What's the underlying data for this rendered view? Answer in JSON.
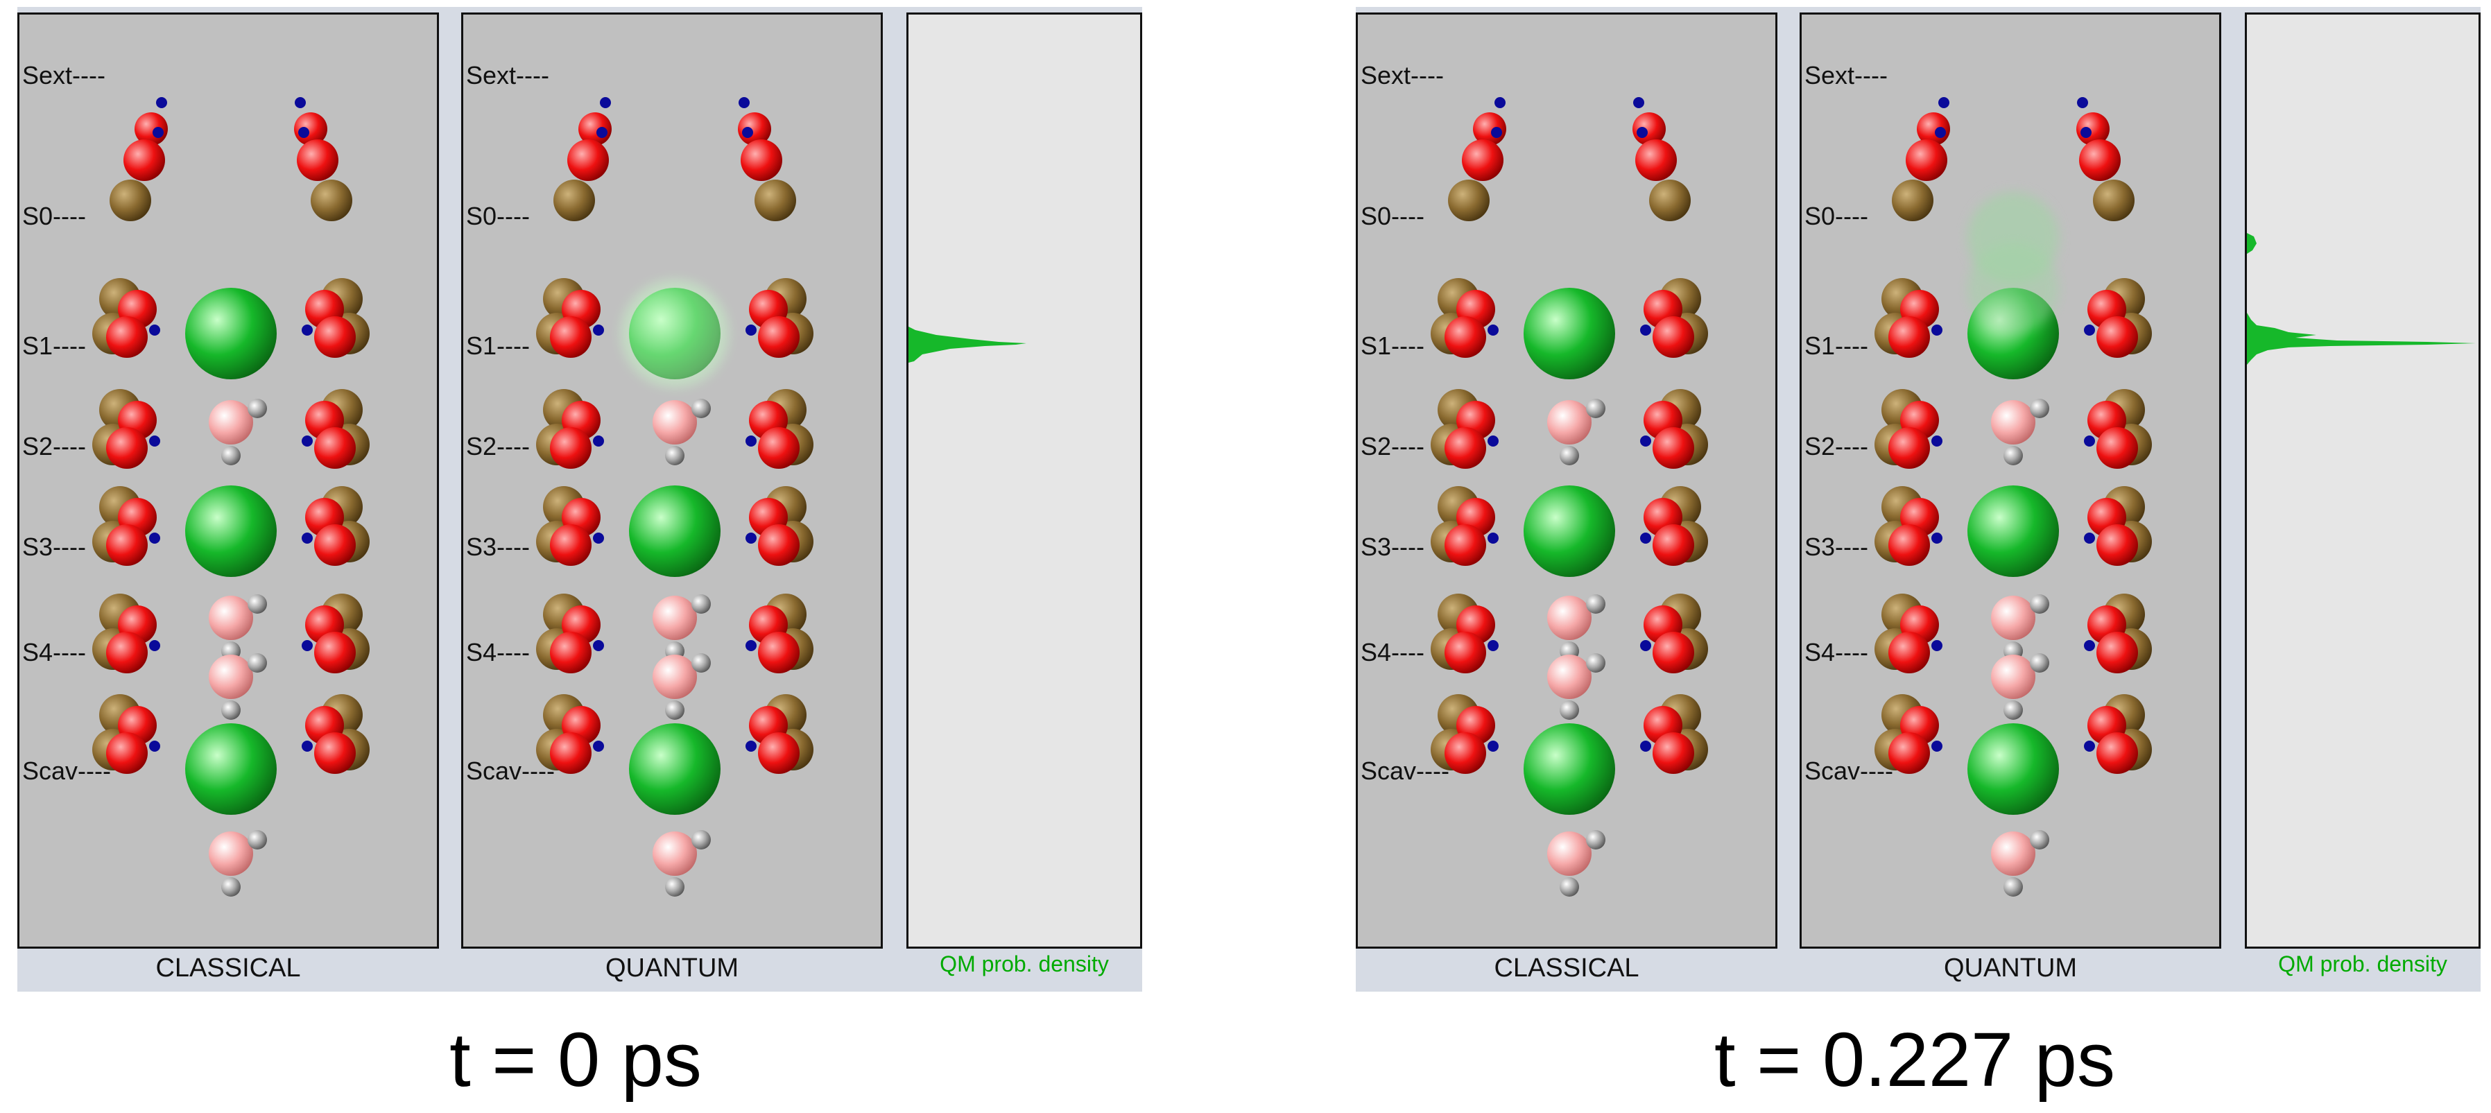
{
  "snapshots": [
    {
      "id": "t0",
      "time_label": "t = 0 ps",
      "classical_caption": "CLASSICAL",
      "quantum_caption": "QUANTUM",
      "density_caption": "QM prob. density",
      "site_labels": [
        "Sext----",
        "S0----",
        "S1----",
        "S2----",
        "S3----",
        "S4----",
        "Scav----"
      ],
      "classical_ions": [
        "S1",
        "S3",
        "Scav"
      ],
      "quantum_ions": [
        "S1",
        "S3",
        "Scav"
      ],
      "quantum_smear": false
    },
    {
      "id": "t227",
      "time_label": "t = 0.227 ps",
      "classical_caption": "CLASSICAL",
      "quantum_caption": "QUANTUM",
      "density_caption": "QM prob. density",
      "site_labels": [
        "Sext----",
        "S0----",
        "S1----",
        "S2----",
        "S3----",
        "S4----",
        "Scav----"
      ],
      "classical_ions": [
        "S1",
        "S3",
        "Scav"
      ],
      "quantum_ions": [
        "S1",
        "S3",
        "Scav"
      ],
      "quantum_smear": true
    }
  ],
  "colors": {
    "ion": "#16b82a",
    "oxygen": "#ee1111",
    "carbon": "#8a6a30",
    "water_oxygen": "#f6a9a9",
    "hydrogen": "#9a9a9a",
    "nitrogen": "#0a0a9a",
    "density": "#16b82a"
  }
}
